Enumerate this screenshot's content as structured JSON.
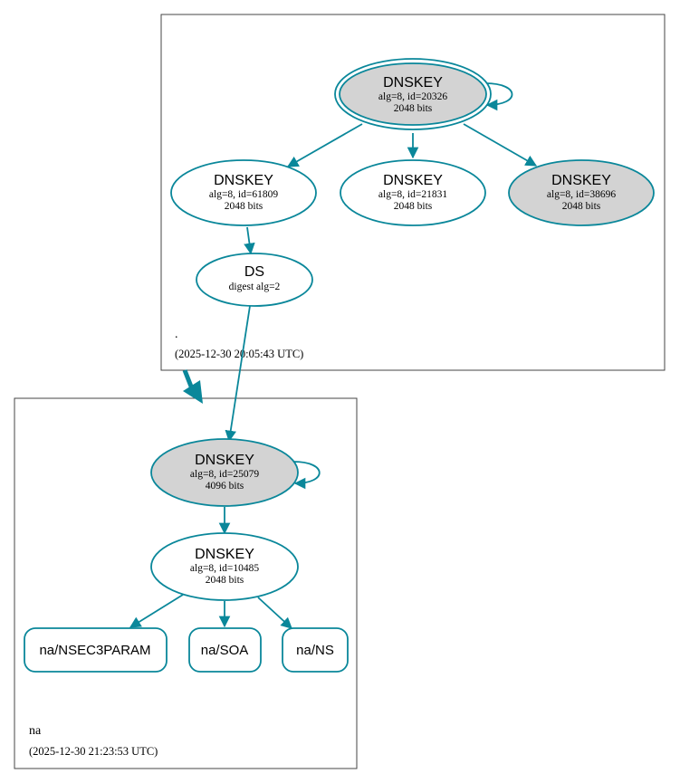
{
  "colors": {
    "edge": "#0a879a",
    "node_fill_sep": "#d3d3d3",
    "node_fill": "#ffffff",
    "zone_border": "#444444"
  },
  "zones": {
    "root": {
      "name": ".",
      "timestamp": "(2025-12-30 20:05:43 UTC)",
      "nodes": {
        "ksk_20326": {
          "title": "DNSKEY",
          "line1": "alg=8, id=20326",
          "line2": "2048 bits"
        },
        "zsk_61809": {
          "title": "DNSKEY",
          "line1": "alg=8, id=61809",
          "line2": "2048 bits"
        },
        "zsk_21831": {
          "title": "DNSKEY",
          "line1": "alg=8, id=21831",
          "line2": "2048 bits"
        },
        "ksk_38696": {
          "title": "DNSKEY",
          "line1": "alg=8, id=38696",
          "line2": "2048 bits"
        },
        "ds": {
          "title": "DS",
          "line1": "digest alg=2"
        }
      }
    },
    "na": {
      "name": "na",
      "timestamp": "(2025-12-30 21:23:53 UTC)",
      "nodes": {
        "ksk_25079": {
          "title": "DNSKEY",
          "line1": "alg=8, id=25079",
          "line2": "4096 bits"
        },
        "zsk_10485": {
          "title": "DNSKEY",
          "line1": "alg=8, id=10485",
          "line2": "2048 bits"
        }
      },
      "records": {
        "nsec3param": "na/NSEC3PARAM",
        "soa": "na/SOA",
        "ns": "na/NS"
      }
    }
  }
}
